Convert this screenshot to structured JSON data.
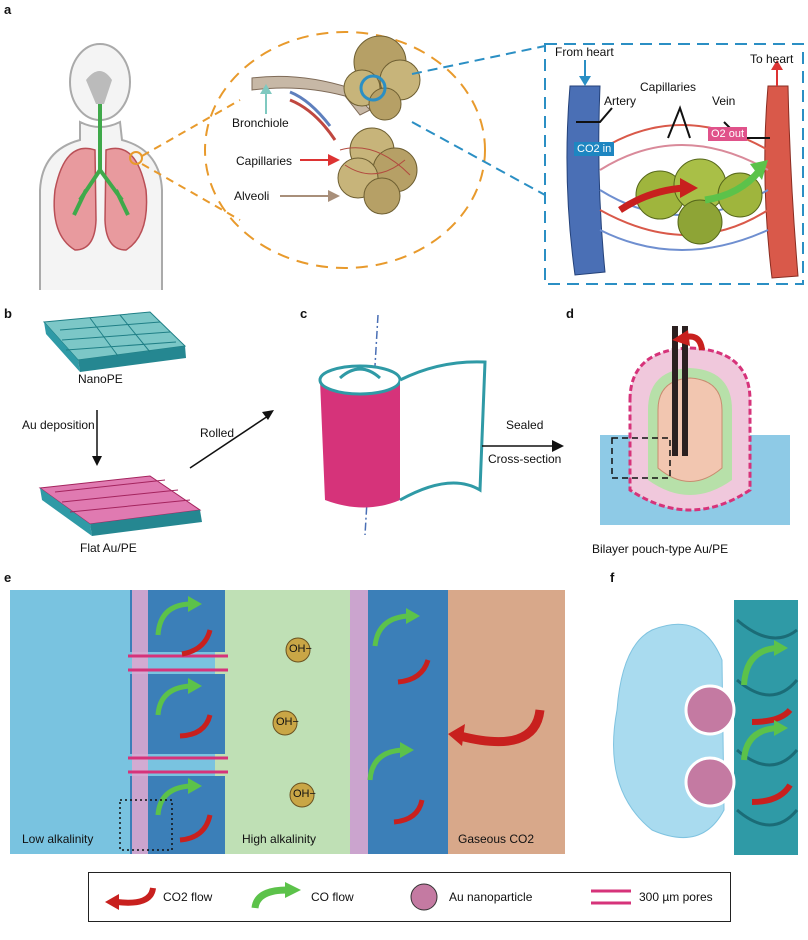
{
  "panels": {
    "a": {
      "letter": "a",
      "bronchiole_label": "Bronchiole",
      "capillaries_label": "Capillaries",
      "alveoli_label": "Alveoli",
      "from_heart": "From heart",
      "to_heart": "To heart",
      "artery": "Artery",
      "capillaries_detail": "Capillaries",
      "vein": "Vein",
      "co2_in": "CO2 in",
      "o2_out": "O2 out"
    },
    "b": {
      "letter": "b",
      "nanope": "NanoPE",
      "au_deposition": "Au deposition",
      "flat_aupe": "Flat Au/PE",
      "rolled": "Rolled"
    },
    "c": {
      "letter": "c",
      "sealed": "Sealed",
      "cross_section": "Cross-section"
    },
    "d": {
      "letter": "d",
      "caption": "Bilayer pouch-type Au/PE"
    },
    "e": {
      "letter": "e",
      "low_alkalinity": "Low alkalinity",
      "high_alkalinity": "High alkalinity",
      "gaseous_co2": "Gaseous CO2",
      "oh_labels": [
        "OH−",
        "OH−",
        "OH−"
      ]
    },
    "f": {
      "letter": "f"
    }
  },
  "legend": {
    "co2_flow": "CO2 flow",
    "co_flow": "CO flow",
    "au_nanoparticle": "Au nanoparticle",
    "pores": "300 µm pores"
  },
  "colors": {
    "orange_dash": "#e89a2c",
    "blue_dash": "#2b8fc4",
    "artery_blue": "#4a6fb5",
    "vein_red": "#d9594a",
    "pink": "#d6337a",
    "teal": "#2f9aa6",
    "green_arrow": "#5cc24a",
    "red_arrow": "#c8201e",
    "sky": "#79c3e0",
    "high_green": "#bfe0b5",
    "tan": "#d8a88a"
  }
}
